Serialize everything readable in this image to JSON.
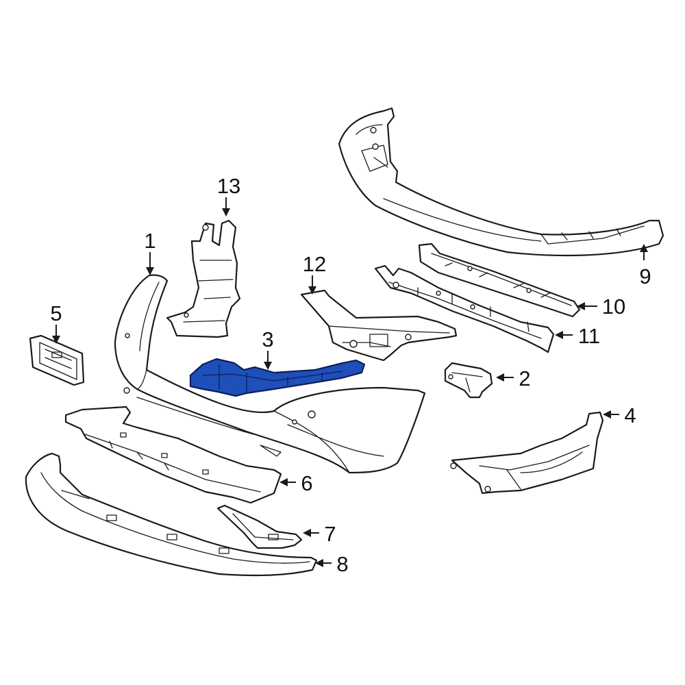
{
  "diagram": {
    "highlight_color": "#1f4fb8",
    "line_color": "#1a1a1a",
    "callouts": [
      {
        "id": "c1",
        "label": "1",
        "part": "bumper-cover"
      },
      {
        "id": "c2",
        "label": "2",
        "part": "mount-bracket"
      },
      {
        "id": "c3",
        "label": "3",
        "part": "side-support-bracket"
      },
      {
        "id": "c4",
        "label": "4",
        "part": "side-bracket"
      },
      {
        "id": "c5",
        "label": "5",
        "part": "license-plate-bracket"
      },
      {
        "id": "c6",
        "label": "6",
        "part": "lower-deflector"
      },
      {
        "id": "c7",
        "label": "7",
        "part": "small-bracket"
      },
      {
        "id": "c8",
        "label": "8",
        "part": "lower-trim"
      },
      {
        "id": "c9",
        "label": "9",
        "part": "upper-trim"
      },
      {
        "id": "c10",
        "label": "10",
        "part": "upper-reinforcement"
      },
      {
        "id": "c11",
        "label": "11",
        "part": "energy-absorber"
      },
      {
        "id": "c12",
        "label": "12",
        "part": "corner-bracket"
      },
      {
        "id": "c13",
        "label": "13",
        "part": "air-deflector"
      }
    ]
  }
}
